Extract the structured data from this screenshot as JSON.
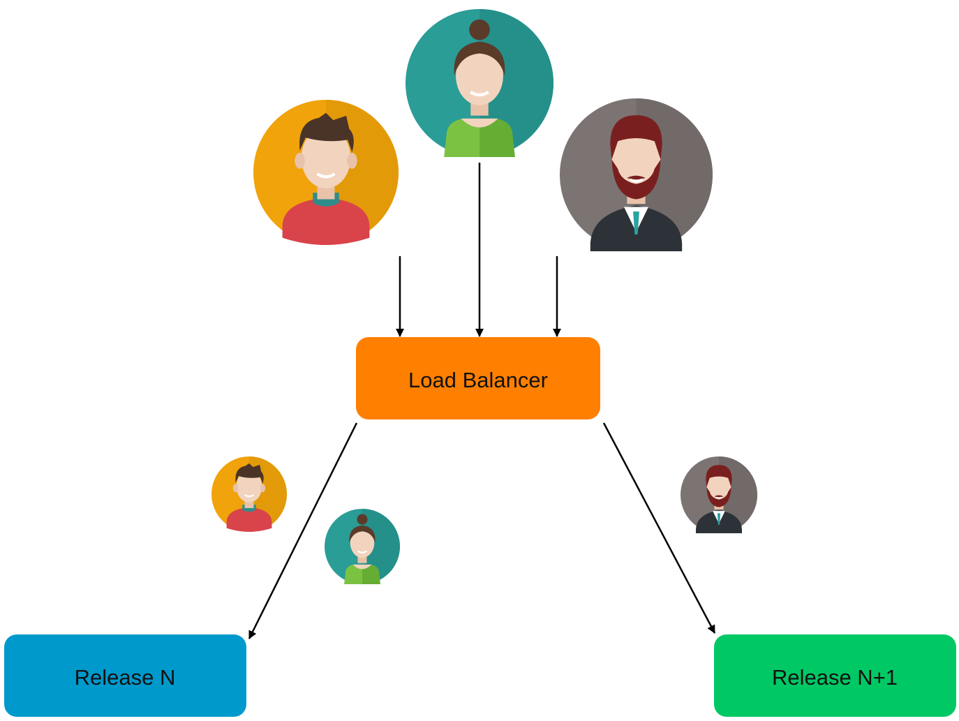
{
  "nodes": {
    "load_balancer": {
      "label": "Load Balancer",
      "color": "#FF7F00"
    },
    "release_n": {
      "label": "Release N",
      "color": "#0099CC"
    },
    "release_n1": {
      "label": "Release N+1",
      "color": "#00C865"
    }
  },
  "users": [
    {
      "name": "young man",
      "background": "#F0A30A",
      "hair": "#4A3427",
      "shirt": "#D9434A"
    },
    {
      "name": "woman",
      "background": "#2A9D96",
      "hair": "#5A3B2A",
      "shirt": "#7CC242"
    },
    {
      "name": "bearded man",
      "background": "#7B7473",
      "hair": "#7A1F1F",
      "shirt": "#2D3238"
    }
  ],
  "icons": [
    "user-avatar-icon",
    "arrow-down-icon"
  ],
  "colors": {
    "edge": "#000000",
    "skin": "#F2D4BE"
  }
}
